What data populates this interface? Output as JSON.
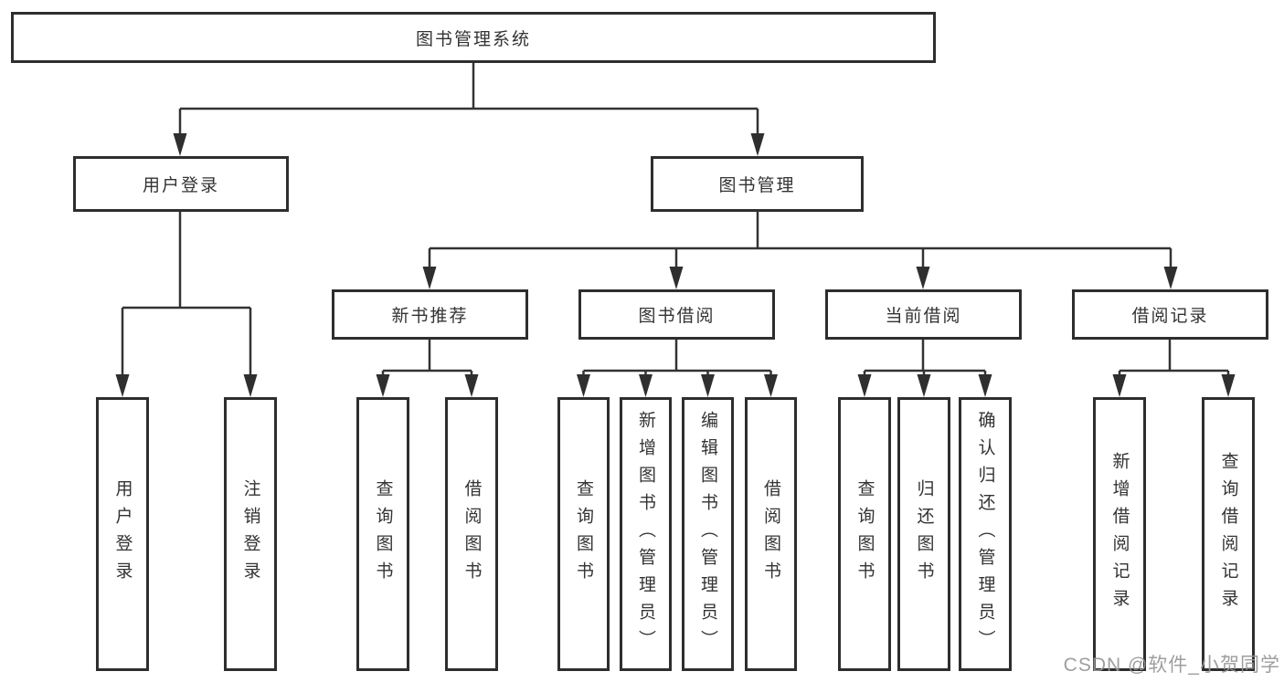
{
  "diagram_title": "图书管理系统",
  "tree": {
    "root": {
      "label": "图书管理系统"
    },
    "branches": [
      {
        "label": "用户登录",
        "children_labels": [
          "用户登录",
          "注销登录"
        ]
      },
      {
        "label": "图书管理",
        "children": [
          {
            "label": "新书推荐",
            "children_labels": [
              "查询图书",
              "借阅图书"
            ]
          },
          {
            "label": "图书借阅",
            "children_labels": [
              "查询图书",
              "新增图书（管理员）",
              "编辑图书（管理员）",
              "借阅图书"
            ]
          },
          {
            "label": "当前借阅",
            "children_labels": [
              "查询图书",
              "归还图书",
              "确认归还（管理员）"
            ]
          },
          {
            "label": "借阅记录",
            "children_labels": [
              "新增借阅记录",
              "查询借阅记录"
            ]
          }
        ]
      }
    ]
  },
  "watermark": "CSDN @软件_小贺同学",
  "colors": {
    "line": "#333333",
    "arrowhead": "#2f2f2f",
    "box_border": "#2e2e2e",
    "box_fill": "#ffffff",
    "text": "#333333",
    "watermark": "#969696",
    "background": "#ffffff"
  }
}
